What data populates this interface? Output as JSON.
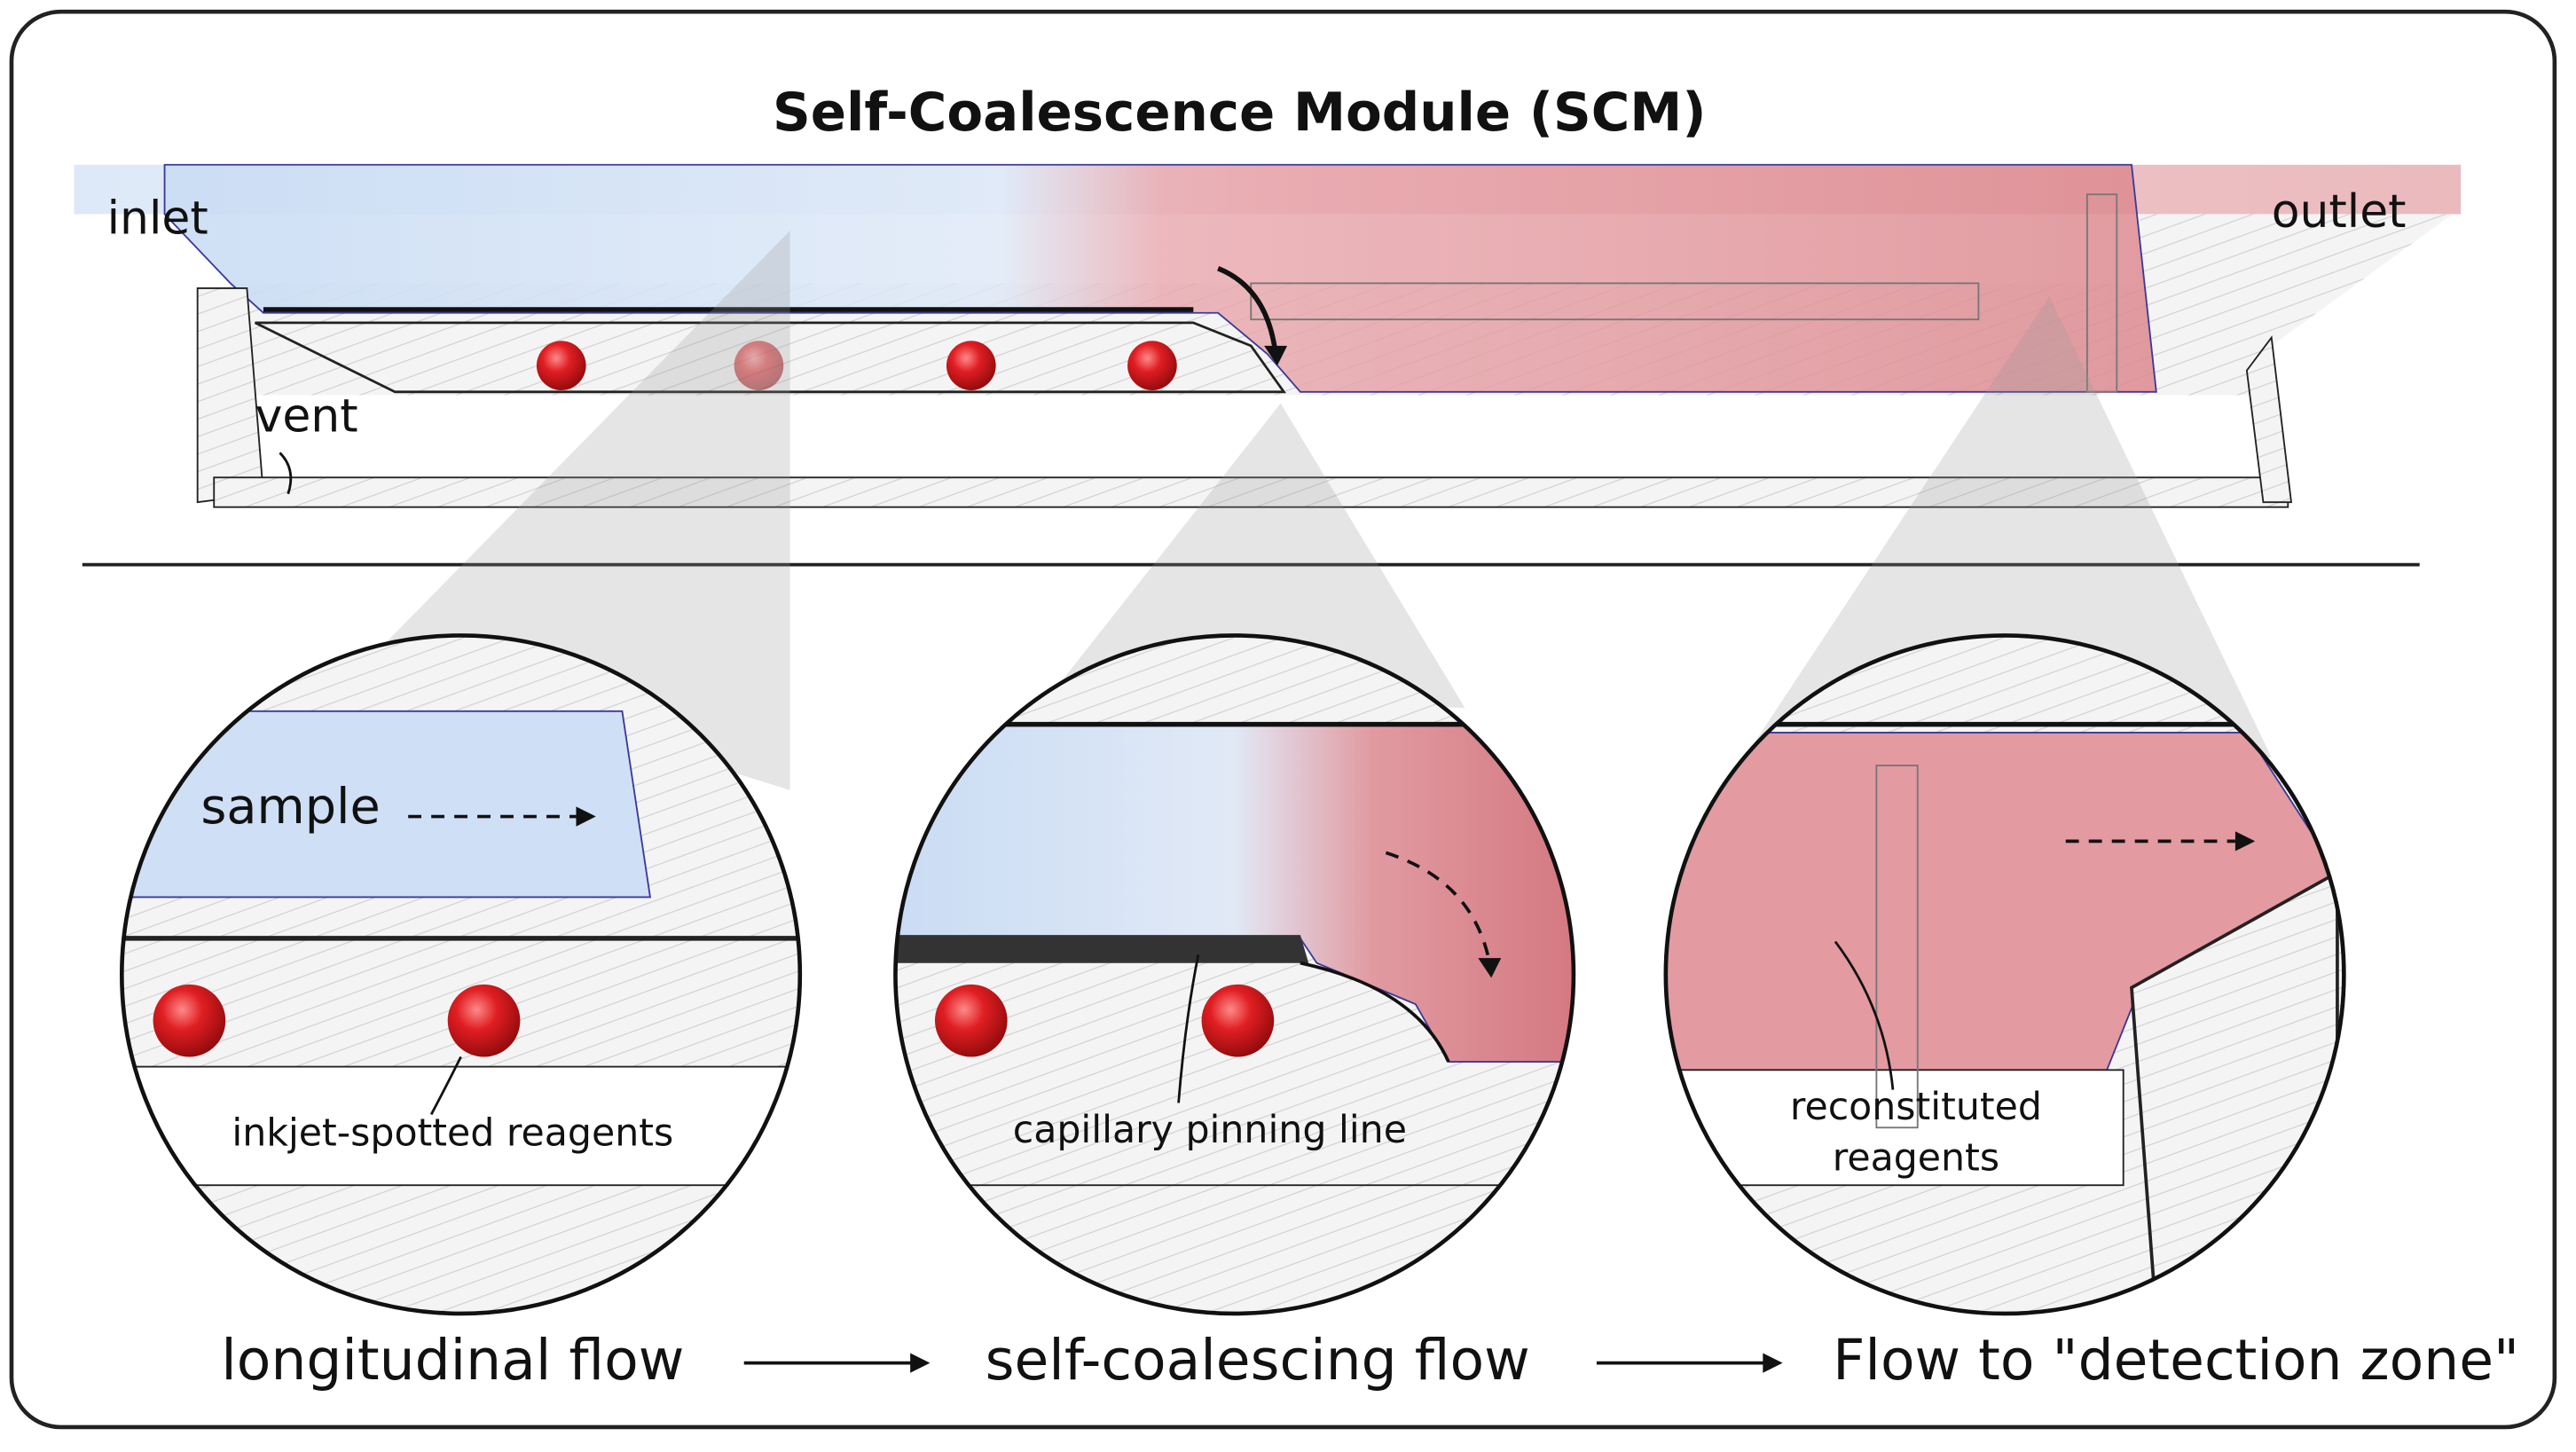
{
  "title": "Self-Coalescence Module (SCM)",
  "labels": {
    "inlet": "inlet",
    "outlet": "outlet",
    "vent": "vent",
    "sample": "sample",
    "inkjet": "inkjet-spotted reagents",
    "pinning": "capillary pinning line",
    "reconstituted_1": "reconstituted",
    "reconstituted_2": "reagents"
  },
  "stages": [
    {
      "label": "longitudinal flow"
    },
    {
      "label": "self-coalescing flow"
    },
    {
      "label": "Flow to \"detection zone\""
    }
  ],
  "colors": {
    "sample_blue": "#c9dcf4",
    "reagent_red": "#d9777f",
    "spot_red": "#d0141a",
    "outline": "#2a2a8a"
  }
}
